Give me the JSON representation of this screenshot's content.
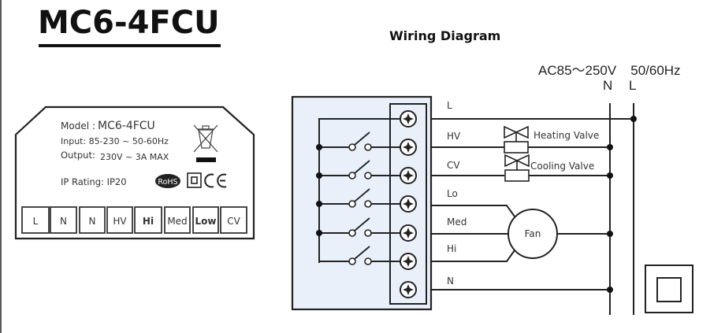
{
  "product": {
    "model_title": "MC6-4FCU"
  },
  "label": {
    "model_prefix": "Model :",
    "model_value": "MC6-4FCU",
    "input": "Input: 85-230 ~ 50-60Hz",
    "output_prefix": "Output:",
    "output_value": "230V ~ 3A  MAX",
    "ip_rating": "IP Rating: IP20",
    "rohs": "RoHS",
    "ce": "CE",
    "icons": [
      "weee-bin-icon",
      "double-insulation-icon",
      "ce-mark-icon",
      "rohs-badge-icon"
    ],
    "terminals": [
      "L",
      "N",
      "N",
      "HV",
      "Hi",
      "Med",
      "Low",
      "CV"
    ]
  },
  "wiring": {
    "title": "Wiring Diagram",
    "supply_voltage": "AC85～250V",
    "supply_frequency": "50/60Hz",
    "bus_labels": [
      "N",
      "L"
    ],
    "terminal_labels": [
      "L",
      "HV",
      "CV",
      "Lo",
      "Med",
      "Hi",
      "N"
    ],
    "heating_valve": "Heating Valve",
    "cooling_valve": "Cooling Valve",
    "fan": "Fan"
  }
}
